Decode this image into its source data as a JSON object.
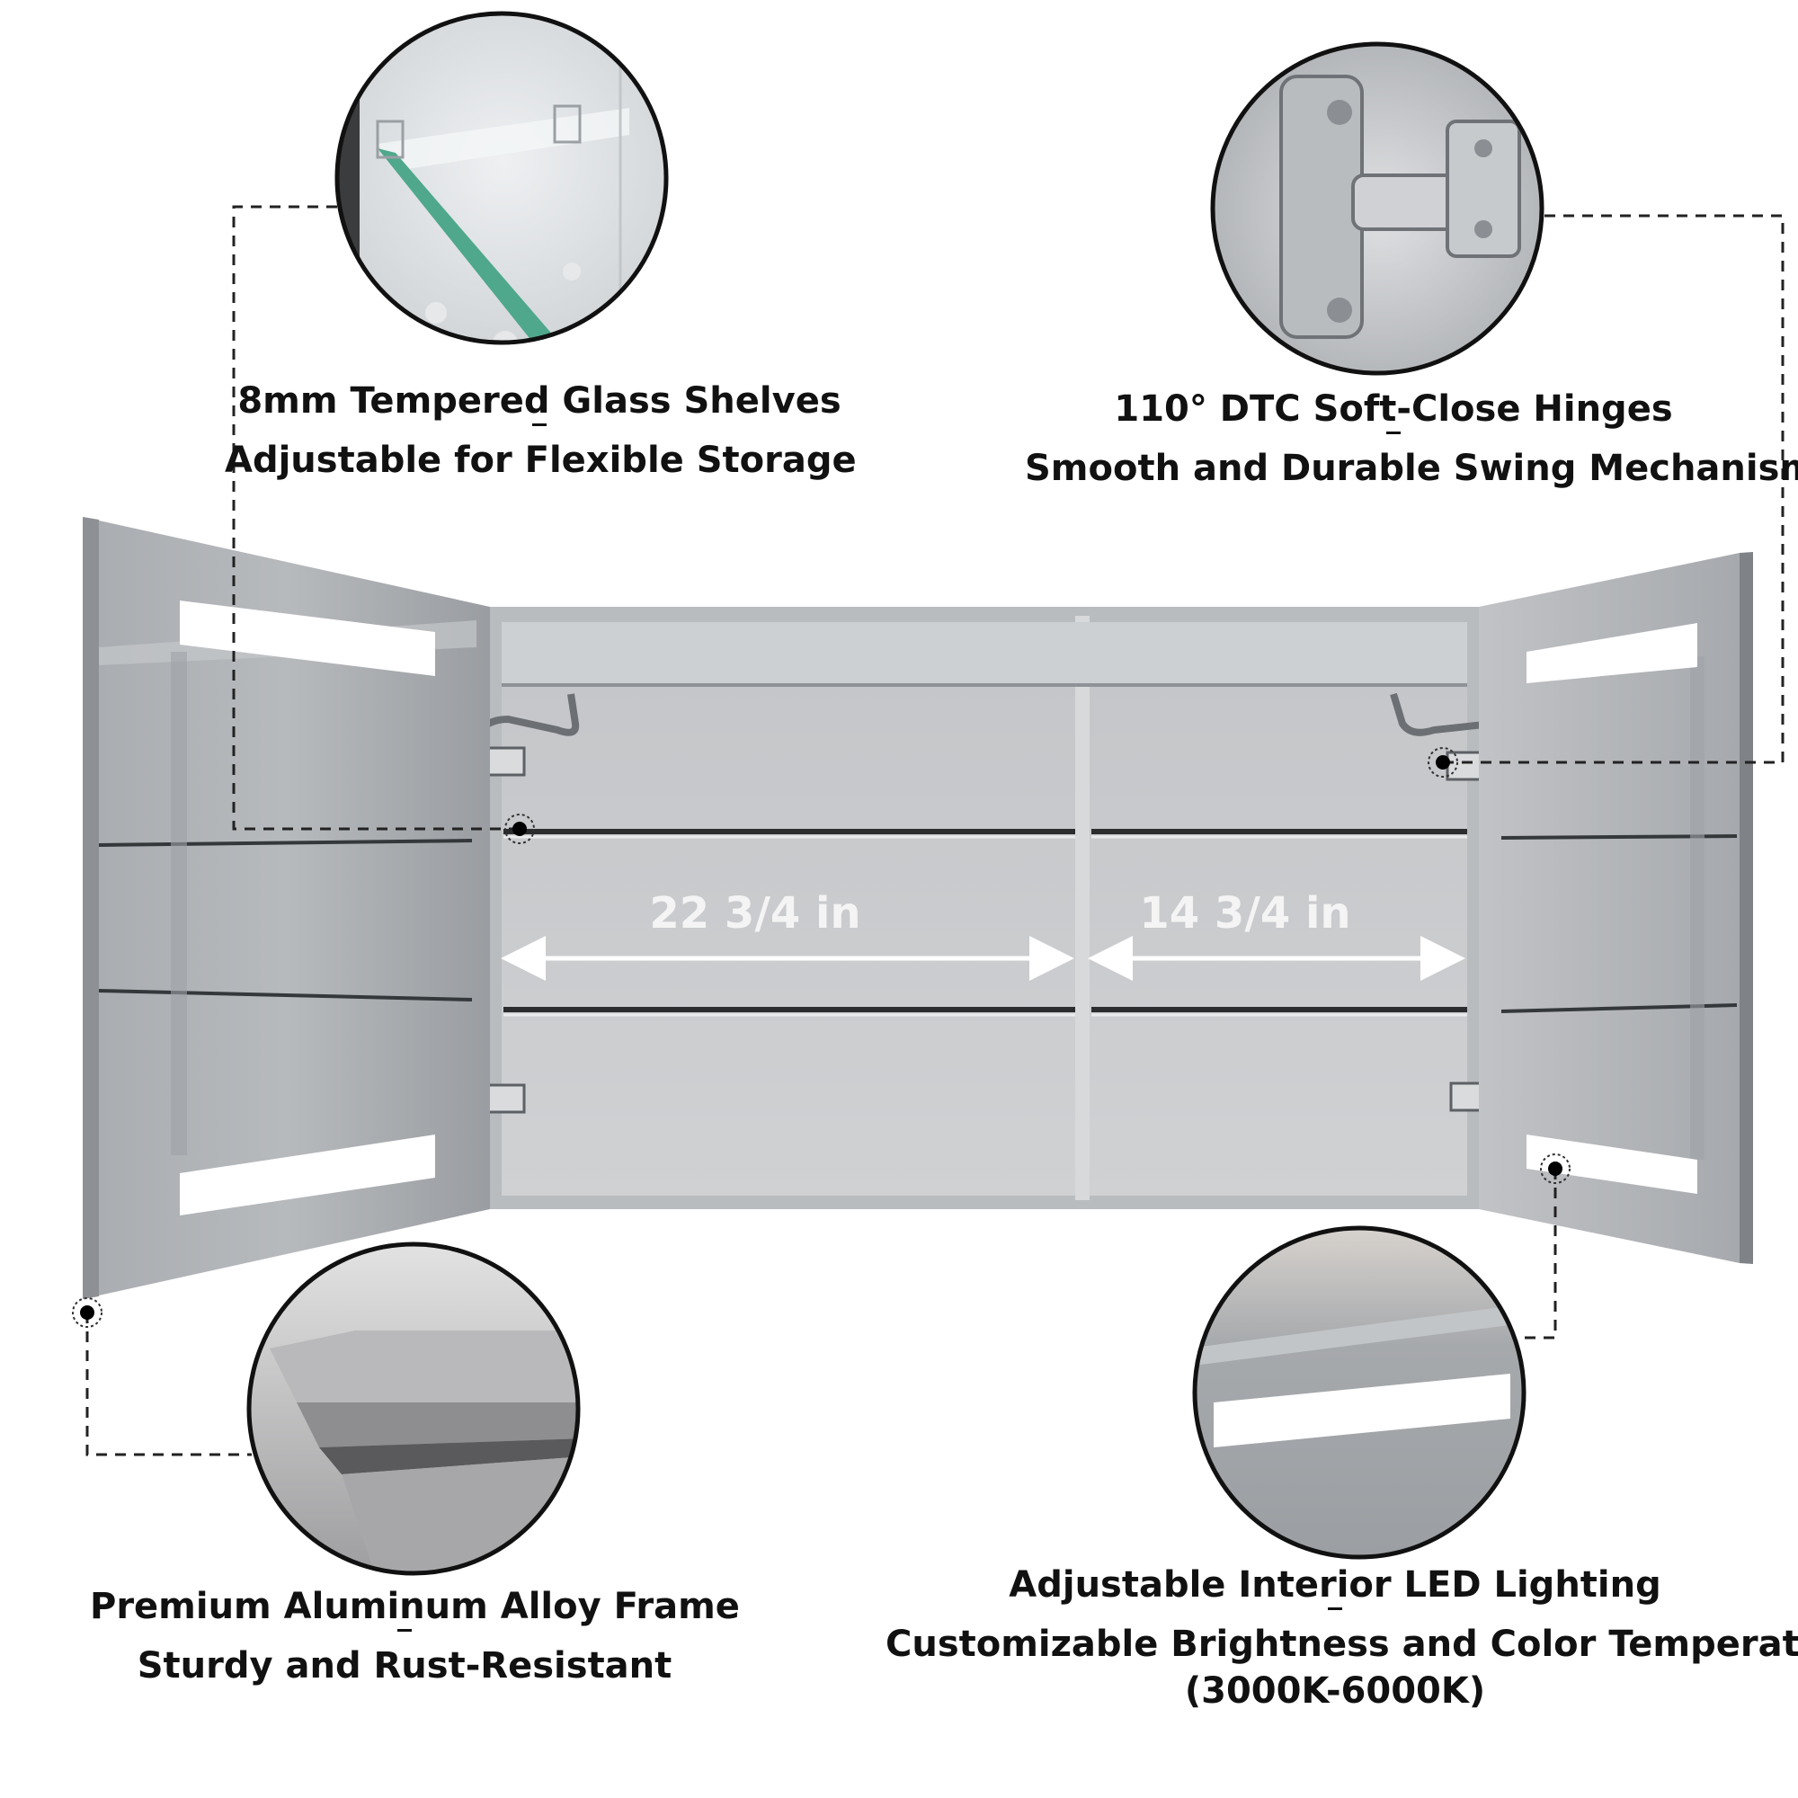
{
  "features": {
    "shelves": {
      "icon": "glass-shelf-icon",
      "line1": "8mm Tempered Glass Shelves",
      "line2": "Adjustable for Flexible Storage"
    },
    "hinges": {
      "icon": "hinge-icon",
      "line1": "110° DTC Soft-Close Hinges",
      "line2": "Smooth and Durable Swing Mechanism"
    },
    "frame": {
      "icon": "aluminum-frame-icon",
      "line1": "Premium Aluminum Alloy Frame",
      "line2": "Sturdy and Rust-Resistant"
    },
    "lighting": {
      "icon": "led-strip-icon",
      "line1": "Adjustable Interior LED Lighting",
      "line2": "Customizable Brightness and Color Temperature",
      "line3": "(3000K-6000K)"
    }
  },
  "dimensions": {
    "left_width": "22 3/4 in",
    "right_width": "14 3/4 in"
  },
  "colors": {
    "text": "#111111",
    "cabinet": "#c9cbcd",
    "led": "#ffffff"
  }
}
